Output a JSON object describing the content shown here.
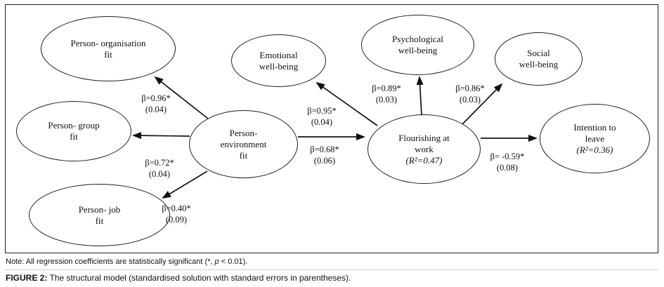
{
  "diagram": {
    "nodes": {
      "person_organisation": {
        "line1": "Person- organisation",
        "line2": "fit"
      },
      "person_group": {
        "line1": "Person- group",
        "line2": "fit"
      },
      "person_job": {
        "line1": "Person- job",
        "line2": "fit"
      },
      "person_environment": {
        "line1": "Person-",
        "line2": "environment",
        "line3": "fit"
      },
      "emotional": {
        "line1": "Emotional",
        "line2": "well-being"
      },
      "psychological": {
        "line1": "Psychological",
        "line2": "well-being"
      },
      "social": {
        "line1": "Social",
        "line2": "well-being"
      },
      "flourishing": {
        "line1": "Flourishing at",
        "line2": "work",
        "line3": "(R²=0.47)"
      },
      "intention": {
        "line1": "Intention to",
        "line2": "leave",
        "line3": "(R²=0.36)"
      }
    },
    "edges": {
      "pe_to_org": {
        "beta": "β=0.96*",
        "se": "(0.04)"
      },
      "pe_to_group": {
        "beta": "β=0.72*",
        "se": "(0.04)"
      },
      "pe_to_job": {
        "beta": "β=0.40*",
        "se": "(0.09)"
      },
      "fw_to_emotional": {
        "beta": "β=0.95*",
        "se": "(0.04)"
      },
      "pe_to_flourishing": {
        "beta": "β=0.68*",
        "se": "(0.06)"
      },
      "fw_to_psychological": {
        "beta": "β=0.89*",
        "se": "(0.03)"
      },
      "fw_to_social": {
        "beta": "β=0.86*",
        "se": "(0.03)"
      },
      "fw_to_intention": {
        "beta": "β= -0.59*",
        "se": "(0.08)"
      }
    },
    "line_color": "#111111"
  },
  "note": {
    "part1": "Note: All regression coefficients are statistically significant (*, ",
    "italic": "p",
    "part2": " < 0.01)."
  },
  "caption": {
    "label": "FIGURE 2:",
    "text": " The structural model (standardised solution with standard errors in parentheses)."
  }
}
